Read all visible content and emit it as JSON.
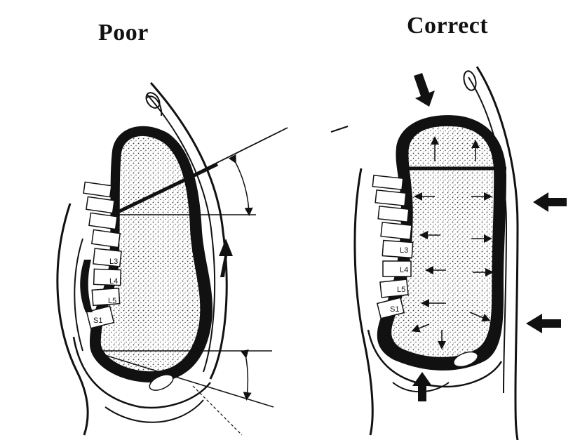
{
  "titles": {
    "poor": "Poor",
    "correct": "Correct"
  },
  "poor_vertebrae": [
    "L3",
    "L4",
    "L5",
    "S1"
  ],
  "correct_vertebrae": [
    "L3",
    "L4",
    "L5",
    "S1"
  ],
  "colors": {
    "ink": "#111111",
    "paper": "#ffffff",
    "stipple": "#3a3a3a"
  }
}
